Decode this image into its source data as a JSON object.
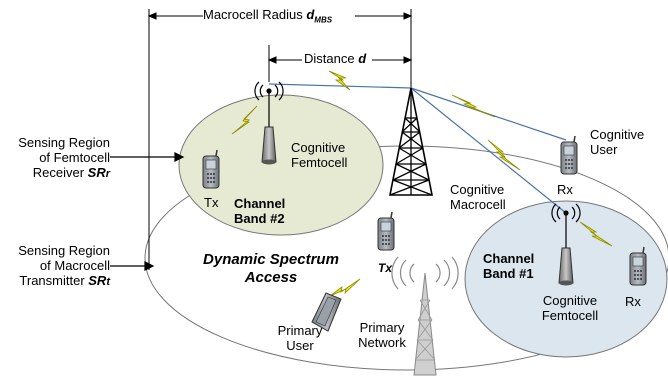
{
  "top_dimension": {
    "prefix": "Macrocell Radius ",
    "symbol": "d",
    "subscript": "MBS"
  },
  "distance": {
    "prefix": "Distance ",
    "symbol": "d"
  },
  "left_labels": {
    "femto_region": {
      "line1": "Sensing Region",
      "line2": "of Femtocell",
      "line3_prefix": "Receiver ",
      "symbol": "SR",
      "subscript": "r"
    },
    "macro_region": {
      "line1": "Sensing Region",
      "line2": "of Macrocell",
      "line3_prefix": "Transmitter ",
      "symbol": "SR",
      "subscript": "t"
    }
  },
  "femtocell_left": {
    "name_line1": "Cognitive",
    "name_line2": "Femtocell",
    "band_line1": "Channel",
    "band_line2": "Band #2",
    "tx_label": "Tx"
  },
  "femtocell_right": {
    "name_line1": "Cognitive",
    "name_line2": "Femtocell",
    "band_line1": "Channel",
    "band_line2": "Band #1",
    "rx_label": "Rx"
  },
  "macrocell": {
    "line1": "Cognitive",
    "line2": "Macrocell"
  },
  "cognitive_user": {
    "line1": "Cognitive",
    "line2": "User",
    "rx_label": "Rx"
  },
  "macro_tx_label": "Tx",
  "dsa": {
    "line1": "Dynamic Spectrum",
    "line2": "Access"
  },
  "primary_user": {
    "line1": "Primary",
    "line2": "User"
  },
  "primary_network": {
    "line1": "Primary",
    "line2": "Network"
  },
  "colors": {
    "femto_left_fill": "#e6ead3",
    "femto_right_fill": "#dbe6ef",
    "link": "#f2e80d",
    "link_edge": "#8a8a00",
    "network_line": "#4a73a6"
  }
}
